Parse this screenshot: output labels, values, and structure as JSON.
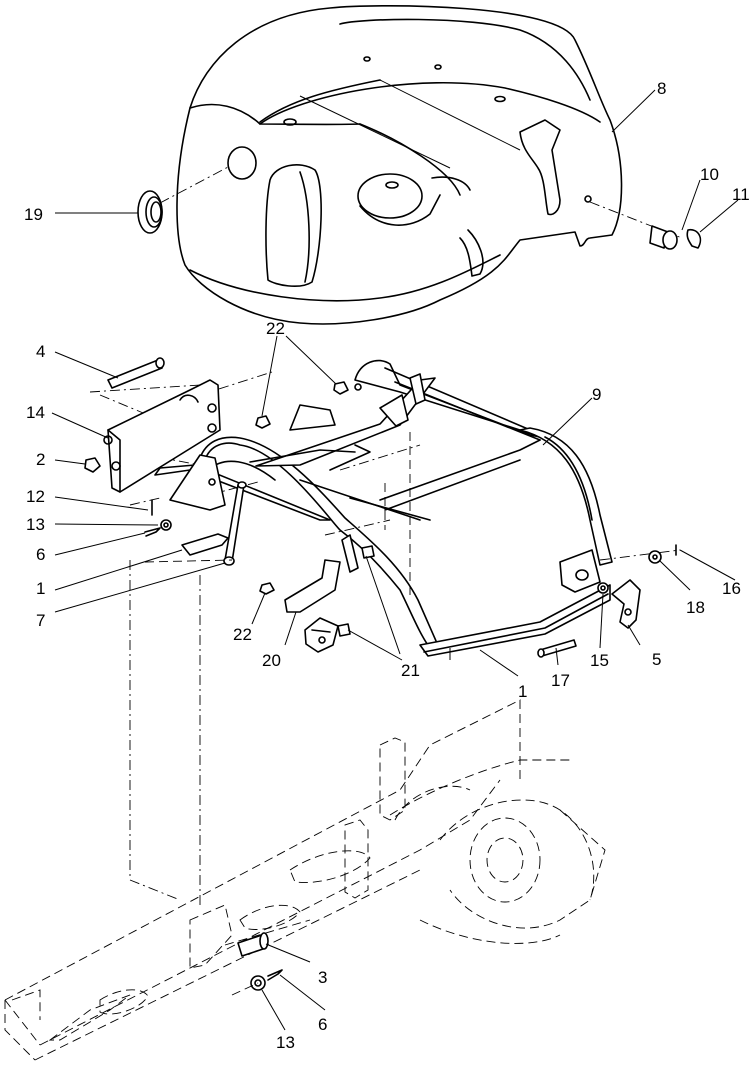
{
  "callouts": [
    {
      "id": "c8",
      "text": "8"
    },
    {
      "id": "c10",
      "text": "10"
    },
    {
      "id": "c11",
      "text": "11"
    },
    {
      "id": "c19",
      "text": "19"
    },
    {
      "id": "c4",
      "text": "4"
    },
    {
      "id": "c22a",
      "text": "22"
    },
    {
      "id": "c9",
      "text": "9"
    },
    {
      "id": "c14",
      "text": "14"
    },
    {
      "id": "c2",
      "text": "2"
    },
    {
      "id": "c12",
      "text": "12"
    },
    {
      "id": "c13a",
      "text": "13"
    },
    {
      "id": "c6a",
      "text": "6"
    },
    {
      "id": "c1a",
      "text": "1"
    },
    {
      "id": "c7",
      "text": "7"
    },
    {
      "id": "c16",
      "text": "16"
    },
    {
      "id": "c18",
      "text": "18"
    },
    {
      "id": "c22b",
      "text": "22"
    },
    {
      "id": "c20",
      "text": "20"
    },
    {
      "id": "c21",
      "text": "21"
    },
    {
      "id": "c15",
      "text": "15"
    },
    {
      "id": "c5",
      "text": "5"
    },
    {
      "id": "c17",
      "text": "17"
    },
    {
      "id": "c1b",
      "text": "1"
    },
    {
      "id": "c3",
      "text": "3"
    },
    {
      "id": "c6b",
      "text": "6"
    },
    {
      "id": "c13b",
      "text": "13"
    }
  ]
}
